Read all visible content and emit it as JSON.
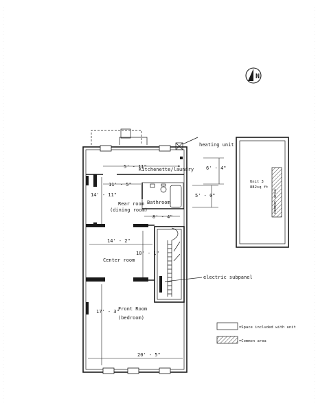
{
  "compass": {
    "letter": "N"
  },
  "rooms": {
    "kitchen": "Kitchenette/laundry",
    "rear_room": "Rear room",
    "rear_room_sub": "(dining room)",
    "bathroom": "Bathroom",
    "center_room": "Center room",
    "front_room": "Front Room",
    "front_room_sub": "(bedroom)"
  },
  "dimensions": {
    "kitchen_width": "5' - 11\"",
    "kitchen_height": "6' - 4\"",
    "rear_width": "11' - 5\"",
    "rear_height": "14' - 11\"",
    "bath_height": "5' - 0\"",
    "bath_width": "8' - 4\"",
    "center_width": "14' - 2\"",
    "center_height": "10' - 1\"",
    "front_height": "17' - 3\"",
    "overall_width": "20' - 5\""
  },
  "callouts": {
    "heating": "heating unit",
    "subpanel": "electric subpanel"
  },
  "inset": {
    "unit": "Unit 3",
    "area": "882sq ft",
    "common_label": "common area"
  },
  "legend": {
    "included": "=Space included with unit",
    "common": "=Common area"
  }
}
